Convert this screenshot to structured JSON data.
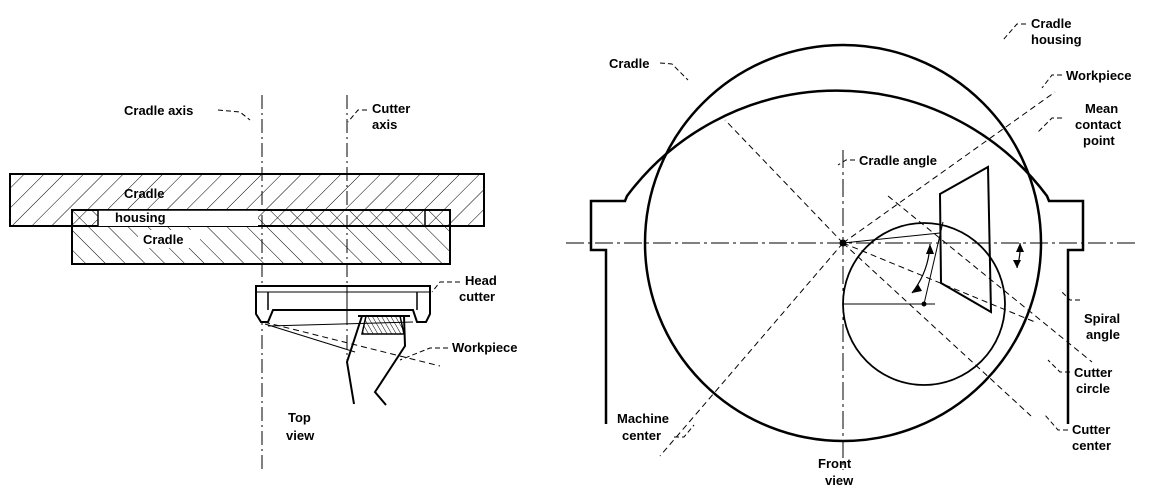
{
  "colors": {
    "ink": "#000000",
    "paper": "#ffffff"
  },
  "top_view": {
    "cradle_axis": "Cradle axis",
    "cutter_axis": {
      "line1": "Cutter",
      "line2": "axis"
    },
    "cradle_housing": {
      "line1": "Cradle",
      "line2": "housing"
    },
    "cradle": "Cradle",
    "head_cutter": {
      "line1": "Head",
      "line2": "cutter"
    },
    "workpiece": "Workpiece",
    "view_label": {
      "line1": "Top",
      "line2": "view"
    }
  },
  "front_view": {
    "cradle": "Cradle",
    "cradle_housing": {
      "line1": "Cradle",
      "line2": "housing"
    },
    "workpiece": "Workpiece",
    "mean_contact_point": {
      "line1": "Mean",
      "line2": "contact",
      "line3": "point"
    },
    "cradle_angle": "Cradle angle",
    "spiral_angle": {
      "line1": "Spiral",
      "line2": "angle"
    },
    "cutter_circle": {
      "line1": "Cutter",
      "line2": "circle"
    },
    "cutter_center": {
      "line1": "Cutter",
      "line2": "center"
    },
    "machine_center": {
      "line1": "Machine",
      "line2": "center"
    },
    "view_label": {
      "line1": "Front",
      "line2": "view"
    }
  }
}
